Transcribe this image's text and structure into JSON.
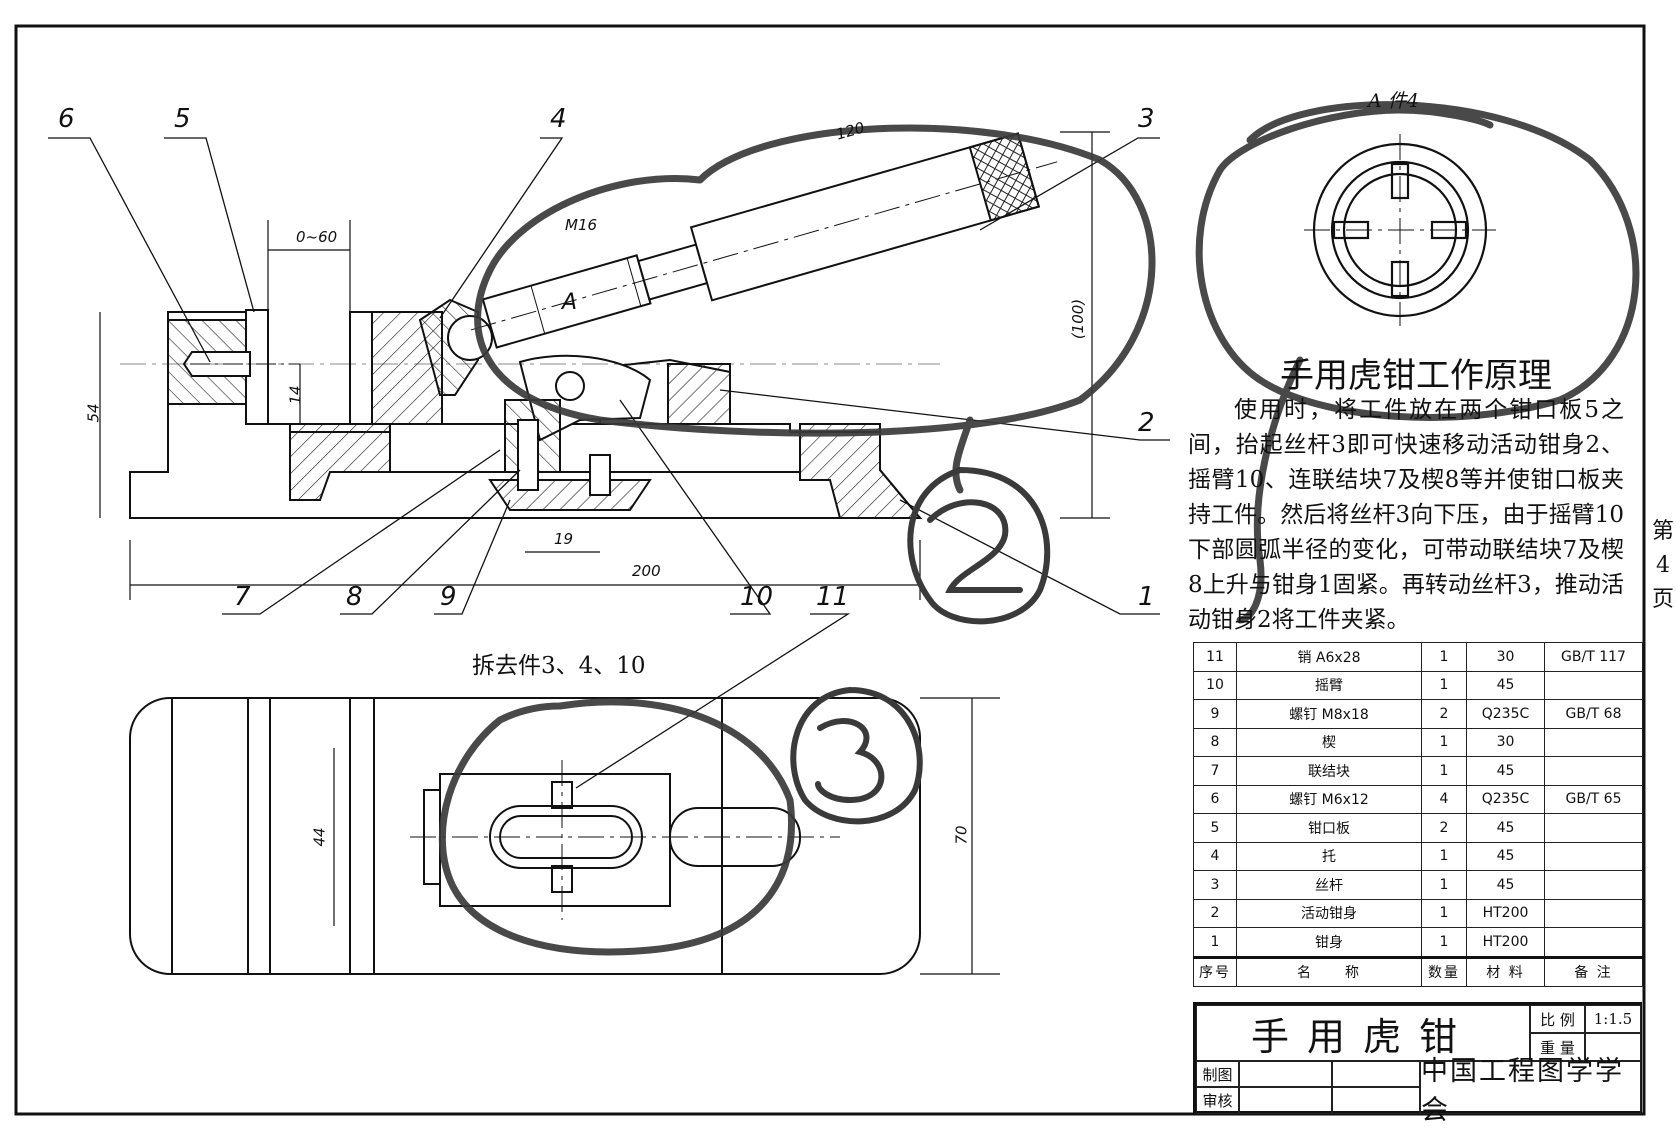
{
  "drawing": {
    "principle_title": "手用虎钳工作原理",
    "principle_text": "使用时，将工件放在两个钳口板5之间，抬起丝杆3即可快速移动活动钳身2、摇臂10、连联结块7及楔8等并使钳口板夹持工件。然后将丝杆3向下压，由于摇臂10下部圆弧半径的变化，可带动联结块7及楔8上升与钳身1固紧。再转动丝杆3，推动活动钳身2将工件夹紧。",
    "page_number": "第4页",
    "view_caption": "拆去件3、4、10",
    "section_caption": "A 件4",
    "section_arrow_label": "A",
    "part_labels": [
      "6",
      "5",
      "4",
      "3",
      "2",
      "1",
      "7",
      "8",
      "9",
      "10",
      "11"
    ],
    "dimensions": {
      "travel": "0~60",
      "thread": "M16",
      "length": "120",
      "height_ref": "(100)",
      "overall_height": "54",
      "jaw_height": "14",
      "spacing": "19",
      "overall_length": "200",
      "slot_width": "44",
      "overall_width": "70"
    },
    "annotations": [
      "2",
      "3"
    ],
    "annotation_color": "#3a3a3a"
  },
  "parts_table": {
    "header": [
      "序号",
      "名　　称",
      "数量",
      "材 料",
      "备 注"
    ],
    "rows": [
      [
        "11",
        "销 A6x28",
        "1",
        "30",
        "GB/T 117"
      ],
      [
        "10",
        "摇臂",
        "1",
        "45",
        ""
      ],
      [
        "9",
        "螺钉 M8x18",
        "2",
        "Q235C",
        "GB/T 68"
      ],
      [
        "8",
        "楔",
        "1",
        "30",
        ""
      ],
      [
        "7",
        "联结块",
        "1",
        "45",
        ""
      ],
      [
        "6",
        "螺钉 M6x12",
        "4",
        "Q235C",
        "GB/T 65"
      ],
      [
        "5",
        "钳口板",
        "2",
        "45",
        ""
      ],
      [
        "4",
        "托",
        "1",
        "45",
        ""
      ],
      [
        "3",
        "丝杆",
        "1",
        "45",
        ""
      ],
      [
        "2",
        "活动钳身",
        "1",
        "HT200",
        ""
      ],
      [
        "1",
        "钳身",
        "1",
        "HT200",
        ""
      ]
    ]
  },
  "title_block": {
    "name": "手用虎钳",
    "scale_label": "比 例",
    "scale_value": "1:1.5",
    "weight_label": "重 量",
    "drawn_label": "制图",
    "checked_label": "审核",
    "organization": "中国工程图学学会"
  }
}
